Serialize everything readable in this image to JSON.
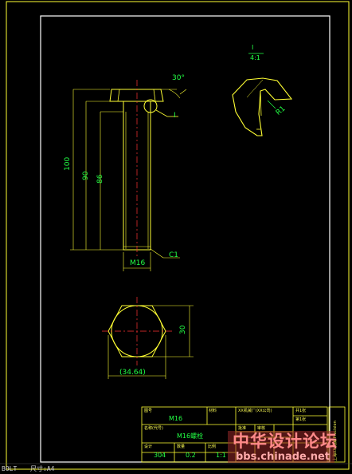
{
  "drawing": {
    "detail_label": "I",
    "detail_scale": "4:1",
    "angle": "30°",
    "callout": "I",
    "dim_length_total": "100",
    "dim_length_90": "90",
    "dim_length_86": "86",
    "thread": "M16",
    "chamfer": "C1",
    "radius": "R1",
    "across_flats": "30",
    "across_corners": "(34.64)"
  },
  "title_block": {
    "part_no_label": "图号",
    "part_no": "M16",
    "material_label": "材料",
    "company_label": "XX机械厂(XX公司)",
    "sheet_label": "共1张",
    "page_label": "第1张",
    "name_label": "名称(代号)",
    "name": "M16螺栓",
    "designer_label": "设计",
    "qty_label": "数量",
    "scale_label": "比例",
    "material": "304",
    "qty": "0.2",
    "scale": "1:1",
    "approve_label": "批准",
    "check_label": "审核",
    "side_vertical": "上海XX机械 Precision"
  },
  "status_bar": {
    "model": "BOLT",
    "size": "尺寸:A4"
  },
  "watermark": {
    "text": "中华设计论坛",
    "url": "bbs.chinade.net"
  },
  "colors": {
    "background": "#000000",
    "frame": "#ffffff",
    "border": "#ffff00",
    "dimension": "#22ff44",
    "part": "#ffff00",
    "centerline": "#ff3333"
  }
}
